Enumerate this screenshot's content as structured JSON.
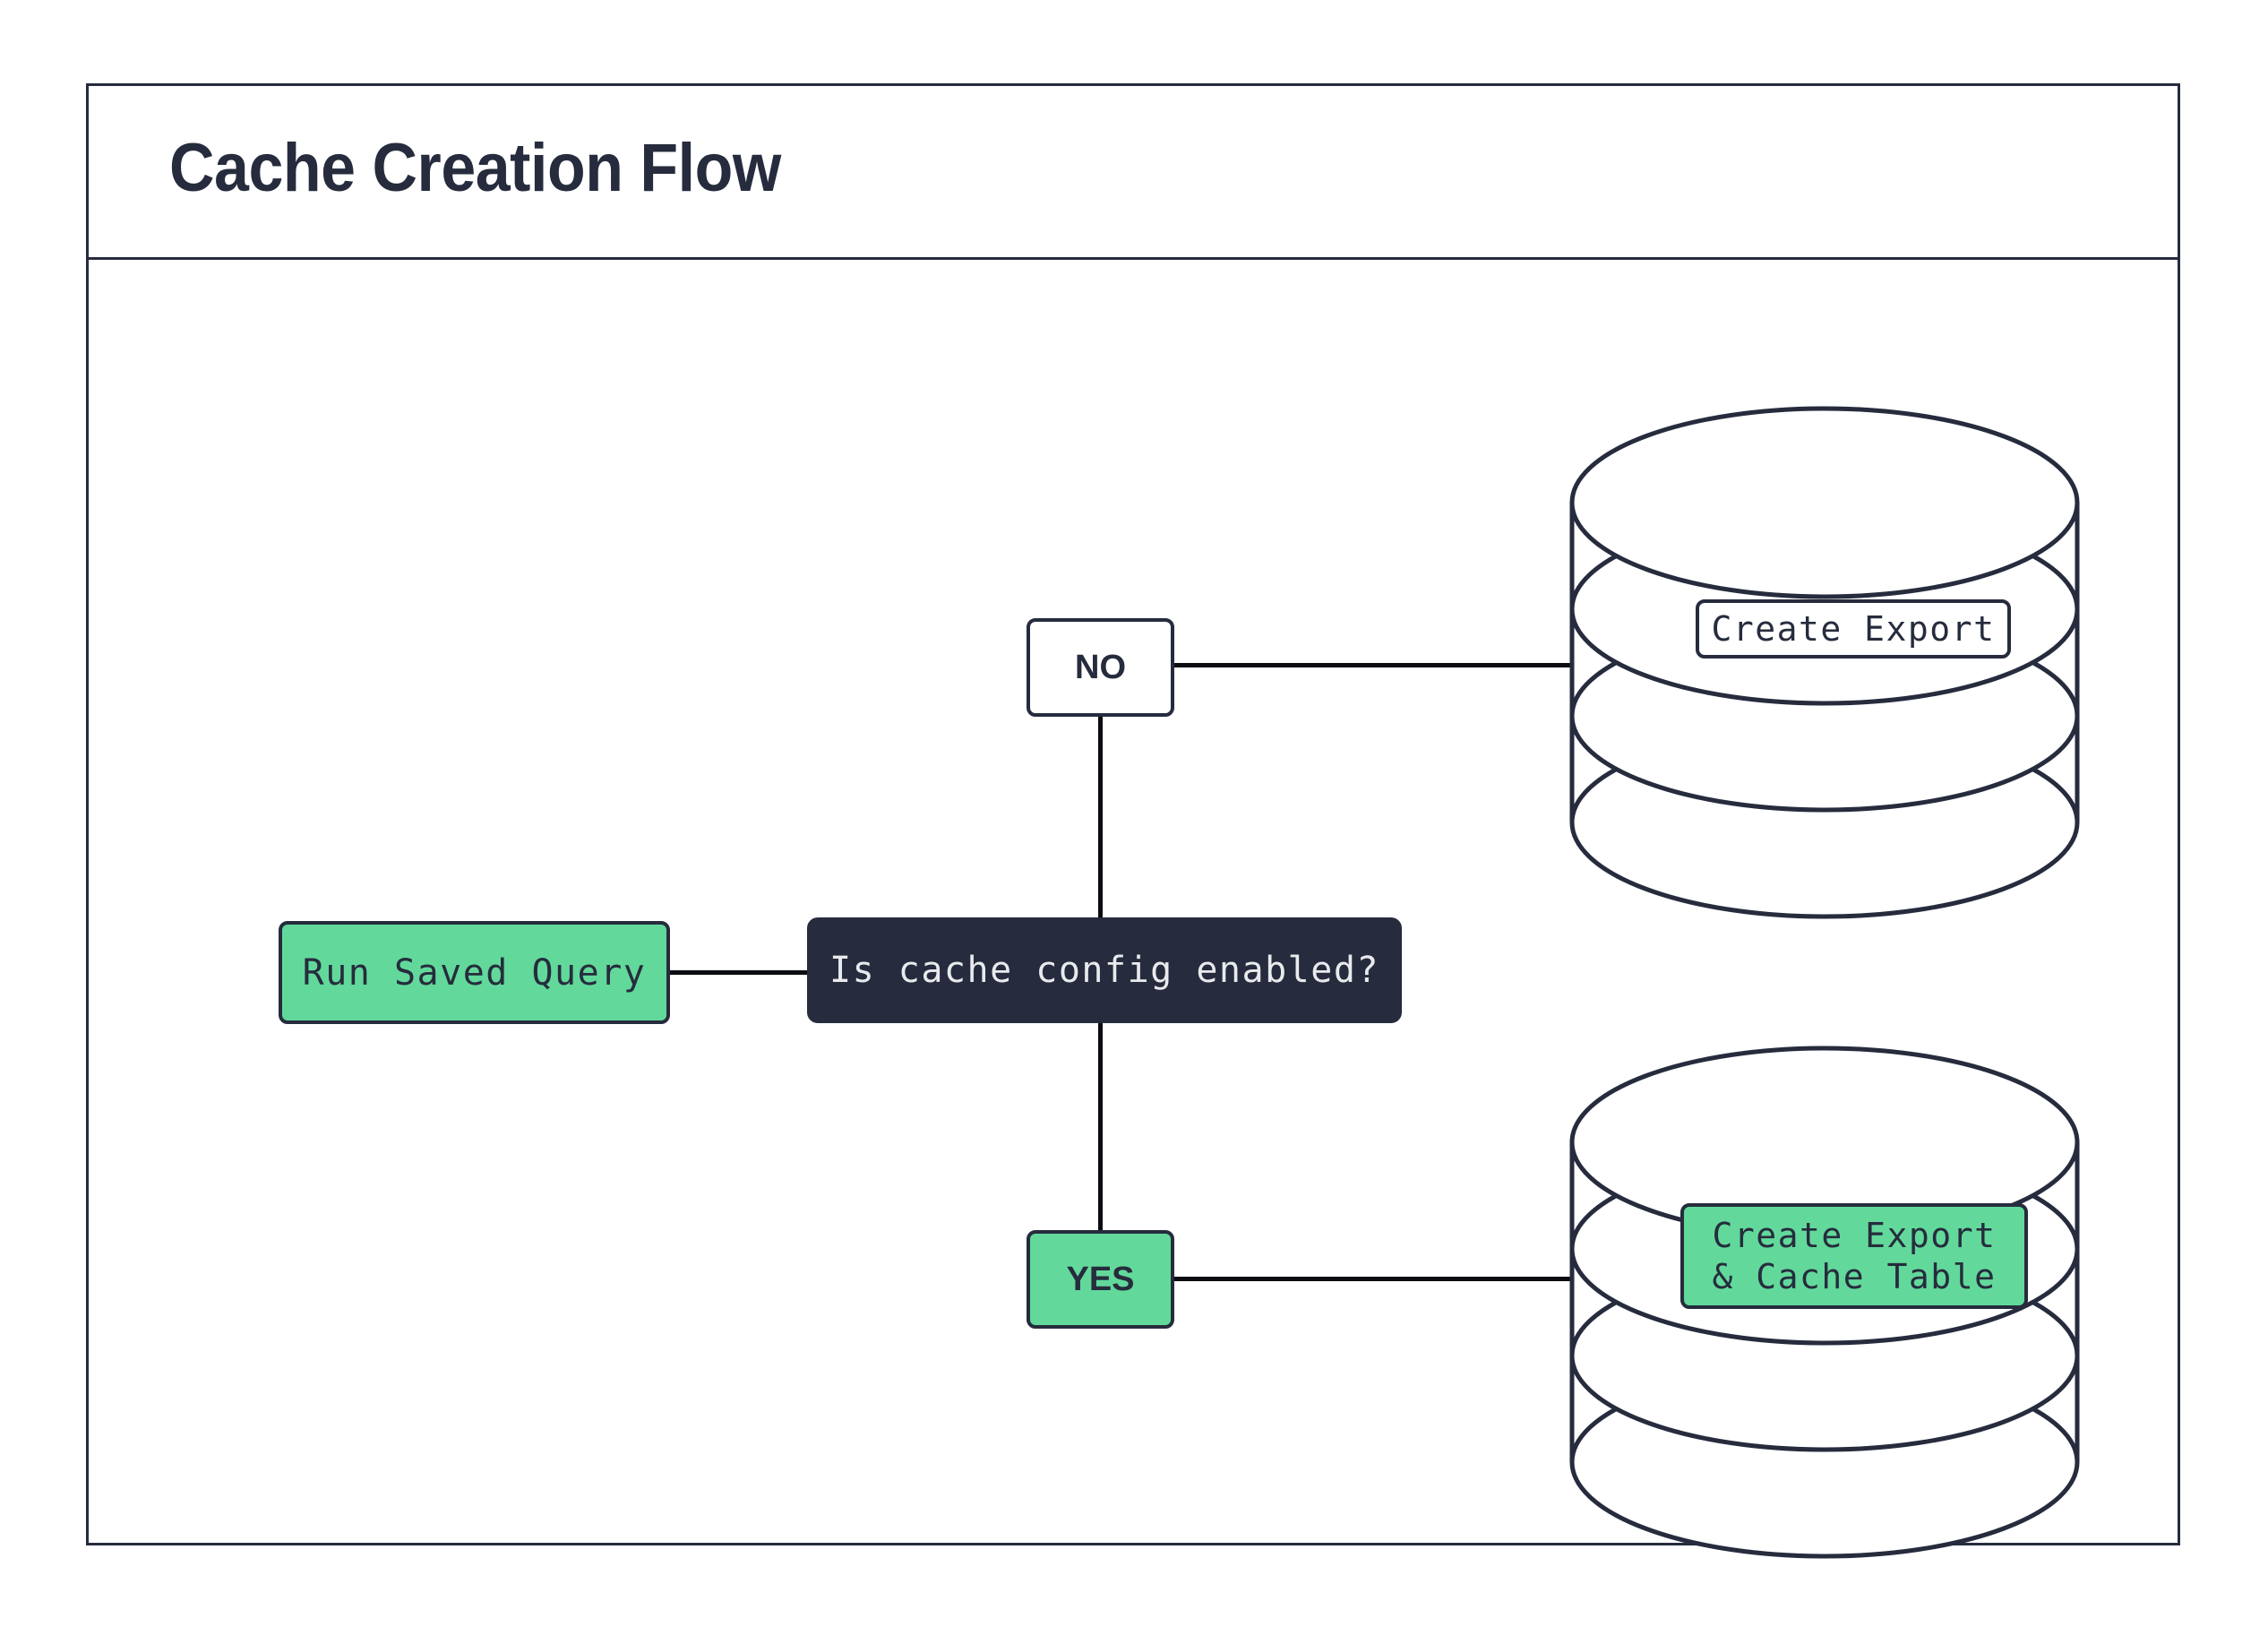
{
  "diagram": {
    "title": "Cache Creation Flow",
    "colors": {
      "accent_green": "#62D99B",
      "dark_navy": "#262C3D",
      "canvas_white": "#FFFFFF",
      "edge_black": "#0B0D12"
    },
    "nodes": {
      "start": {
        "label": "Run Saved Query",
        "shape": "rounded-rect",
        "fill": "green"
      },
      "decision": {
        "label": "Is cache config enabled?",
        "shape": "rounded-rect",
        "fill": "dark"
      },
      "branch_no": {
        "label": "NO",
        "shape": "rounded-rect",
        "fill": "white"
      },
      "branch_yes": {
        "label": "YES",
        "shape": "rounded-rect",
        "fill": "green"
      },
      "db_top": {
        "shape": "database-cylinder",
        "label": "Create Export",
        "label_fill": "white"
      },
      "db_bottom": {
        "shape": "database-cylinder",
        "label_line1": "Create Export",
        "label_line2": "& Cache Table",
        "label_fill": "green"
      }
    },
    "edges": [
      {
        "from": "start",
        "to": "decision",
        "orientation": "horizontal"
      },
      {
        "from": "decision",
        "to": "branch_no",
        "orientation": "vertical"
      },
      {
        "from": "decision",
        "to": "branch_yes",
        "orientation": "vertical"
      },
      {
        "from": "branch_no",
        "to": "db_top",
        "orientation": "horizontal"
      },
      {
        "from": "branch_yes",
        "to": "db_bottom",
        "orientation": "horizontal"
      }
    ]
  }
}
